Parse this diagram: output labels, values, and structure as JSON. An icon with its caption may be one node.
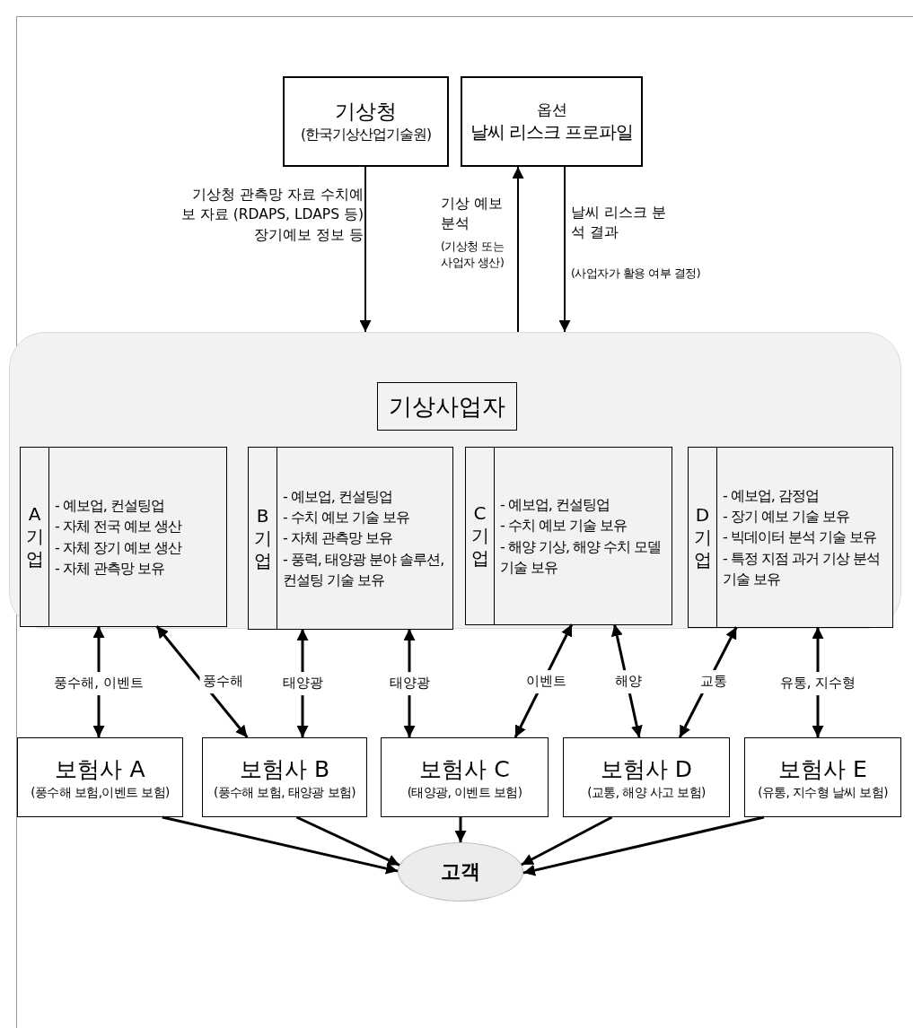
{
  "diagram": {
    "nodes": [
      {
        "text": [
          "기상청",
          "(한국기상산업기술원)"
        ]
      },
      {
        "text": [
          "옵션",
          "날씨 리스크 프로파일"
        ]
      },
      {
        "text": [],
        "shape": "box"
      },
      {
        "text": [
          "기상사업자"
        ],
        "in": 2
      },
      {
        "text": [
          "A 기업",
          "- 예보업, 컨설팅업",
          "- 자체 전국 예보 생산",
          "- 자체 장기 예보 생산",
          "- 자체 관측망 보유"
        ],
        "in": 2
      },
      {
        "text": [
          "B 기업",
          "- 예보업, 컨설팅업",
          "- 수치 예보 기술 보유",
          "- 자체 관측망 보유",
          "- 풍력, 태양광 분야 솔루션, 컨설팅 기술 보유"
        ],
        "in": 2
      },
      {
        "text": [
          "C 기업",
          "- 예보업, 컨설팅업",
          "- 수치 예보 기술 보유",
          "- 해양 기상, 해양 수치 모델 기술 보유"
        ],
        "in": 2
      },
      {
        "text": [
          "D 기업",
          "- 예보업, 감정업",
          "- 장기 예보 기술 보유",
          "- 빅데이터 분석 기술 보유",
          "- 특정 지점 과거 기상 분석 기술 보유"
        ],
        "in": 2
      },
      {
        "text": [
          "보험사 A",
          "(풍수해 보험,이벤트 보험)"
        ]
      },
      {
        "text": [
          "보험사 B",
          "(풍수해 보험, 태양광 보험)"
        ]
      },
      {
        "text": [
          "보험사 C",
          "(태양광, 이벤트 보험)"
        ]
      },
      {
        "text": [
          "보험사 D",
          "(교통, 해양 사고 보험)"
        ]
      },
      {
        "text": [
          "보험사 E",
          "(유통, 지수형 날씨 보험)"
        ]
      },
      {
        "text": [
          "고객"
        ]
      }
    ],
    "edges": [
      {
        "from": 0,
        "to": 2,
        "arrow": "to",
        "label": "기상청 관측망 자료 수치예보 자료 (RDAPS, LDAPS 등) 장기예보 정보 등"
      },
      {
        "from": 2,
        "to": 1,
        "arrow": "to",
        "label": "기상 예보 분석"
      },
      {
        "from": 1,
        "to": 2,
        "arrow": "to",
        "label": "날씨 리스크 분석 결과"
      },
      {
        "from": 4,
        "to": 8,
        "arrow": "both",
        "label": "풍수해, 이벤트"
      },
      {
        "from": 4,
        "to": 9,
        "arrow": "both",
        "label": "풍수해"
      },
      {
        "from": 5,
        "to": 9,
        "arrow": "both",
        "label": "태양광"
      },
      {
        "from": 5,
        "to": 10,
        "arrow": "both",
        "label": "태양광"
      },
      {
        "from": 6,
        "to": 10,
        "arrow": "both",
        "label": "이벤트"
      },
      {
        "from": 6,
        "to": 11,
        "arrow": "both",
        "label": "해양"
      },
      {
        "from": 7,
        "to": 11,
        "arrow": "both",
        "label": "교통"
      },
      {
        "from": 7,
        "to": 12,
        "arrow": "both",
        "label": "유통, 지수형"
      },
      {
        "from": 8,
        "to": 13,
        "arrow": "to"
      },
      {
        "from": 9,
        "to": 13,
        "arrow": "to"
      },
      {
        "from": 10,
        "to": 13,
        "arrow": "to"
      },
      {
        "from": 11,
        "to": 13,
        "arrow": "to"
      },
      {
        "from": 12,
        "to": 13,
        "arrow": "to"
      }
    ],
    "labels": [
      "(기상청 또는 사업자 생산)",
      "(사업자가 활용 여부 결정)"
    ]
  }
}
